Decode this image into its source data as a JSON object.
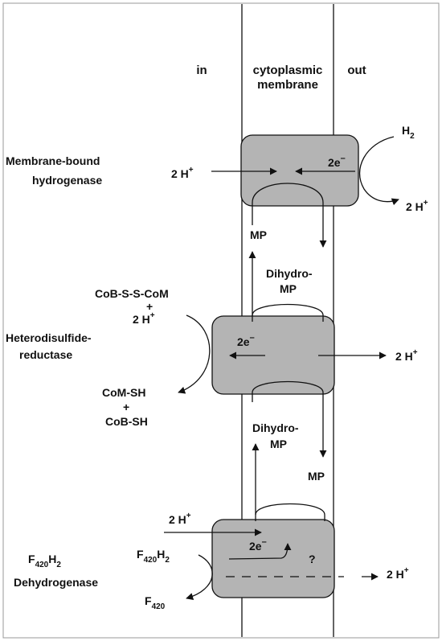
{
  "labels": {
    "in": "in",
    "membrane": [
      "cytoplasmic",
      "membrane"
    ],
    "out": "out"
  },
  "hydrogenase": {
    "name": [
      "Membrane-bound",
      "hydrogenase"
    ],
    "h2": "H",
    "h2_sub": "2",
    "protons_in": "2 H",
    "protons_out": "2 H",
    "sup": "+",
    "electrons": "2e",
    "electron_sup": "–",
    "mp": "MP",
    "dihydro_mp": [
      "Dihydro-",
      "MP"
    ]
  },
  "heterodisulfide": {
    "name": [
      "Heterodisulfide-",
      "reductase"
    ],
    "substrate": [
      "CoB-S-S-CoM",
      "+",
      "2 H"
    ],
    "sup": "+",
    "products": [
      "CoM-SH",
      "+",
      "CoB-SH"
    ],
    "electrons": "2e",
    "electron_sup": "–",
    "protons_out": "2 H",
    "dihydro_mp": [
      "Dihydro-",
      "MP"
    ],
    "mp": "MP"
  },
  "f420": {
    "name_prefix": "F",
    "name_sub": "420",
    "name_h": "H",
    "name_h_sub": "2",
    "name_line2": "Dehydrogenase",
    "protons_in": "2 H",
    "sup": "+",
    "substrate_prefix": "F",
    "substrate_sub": "420",
    "substrate_h": "H",
    "substrate_h_sub": "2",
    "product_prefix": "F",
    "product_sub": "420",
    "electrons": "2e",
    "electron_sup": "–",
    "unknown": "?",
    "protons_out": "2 H"
  }
}
